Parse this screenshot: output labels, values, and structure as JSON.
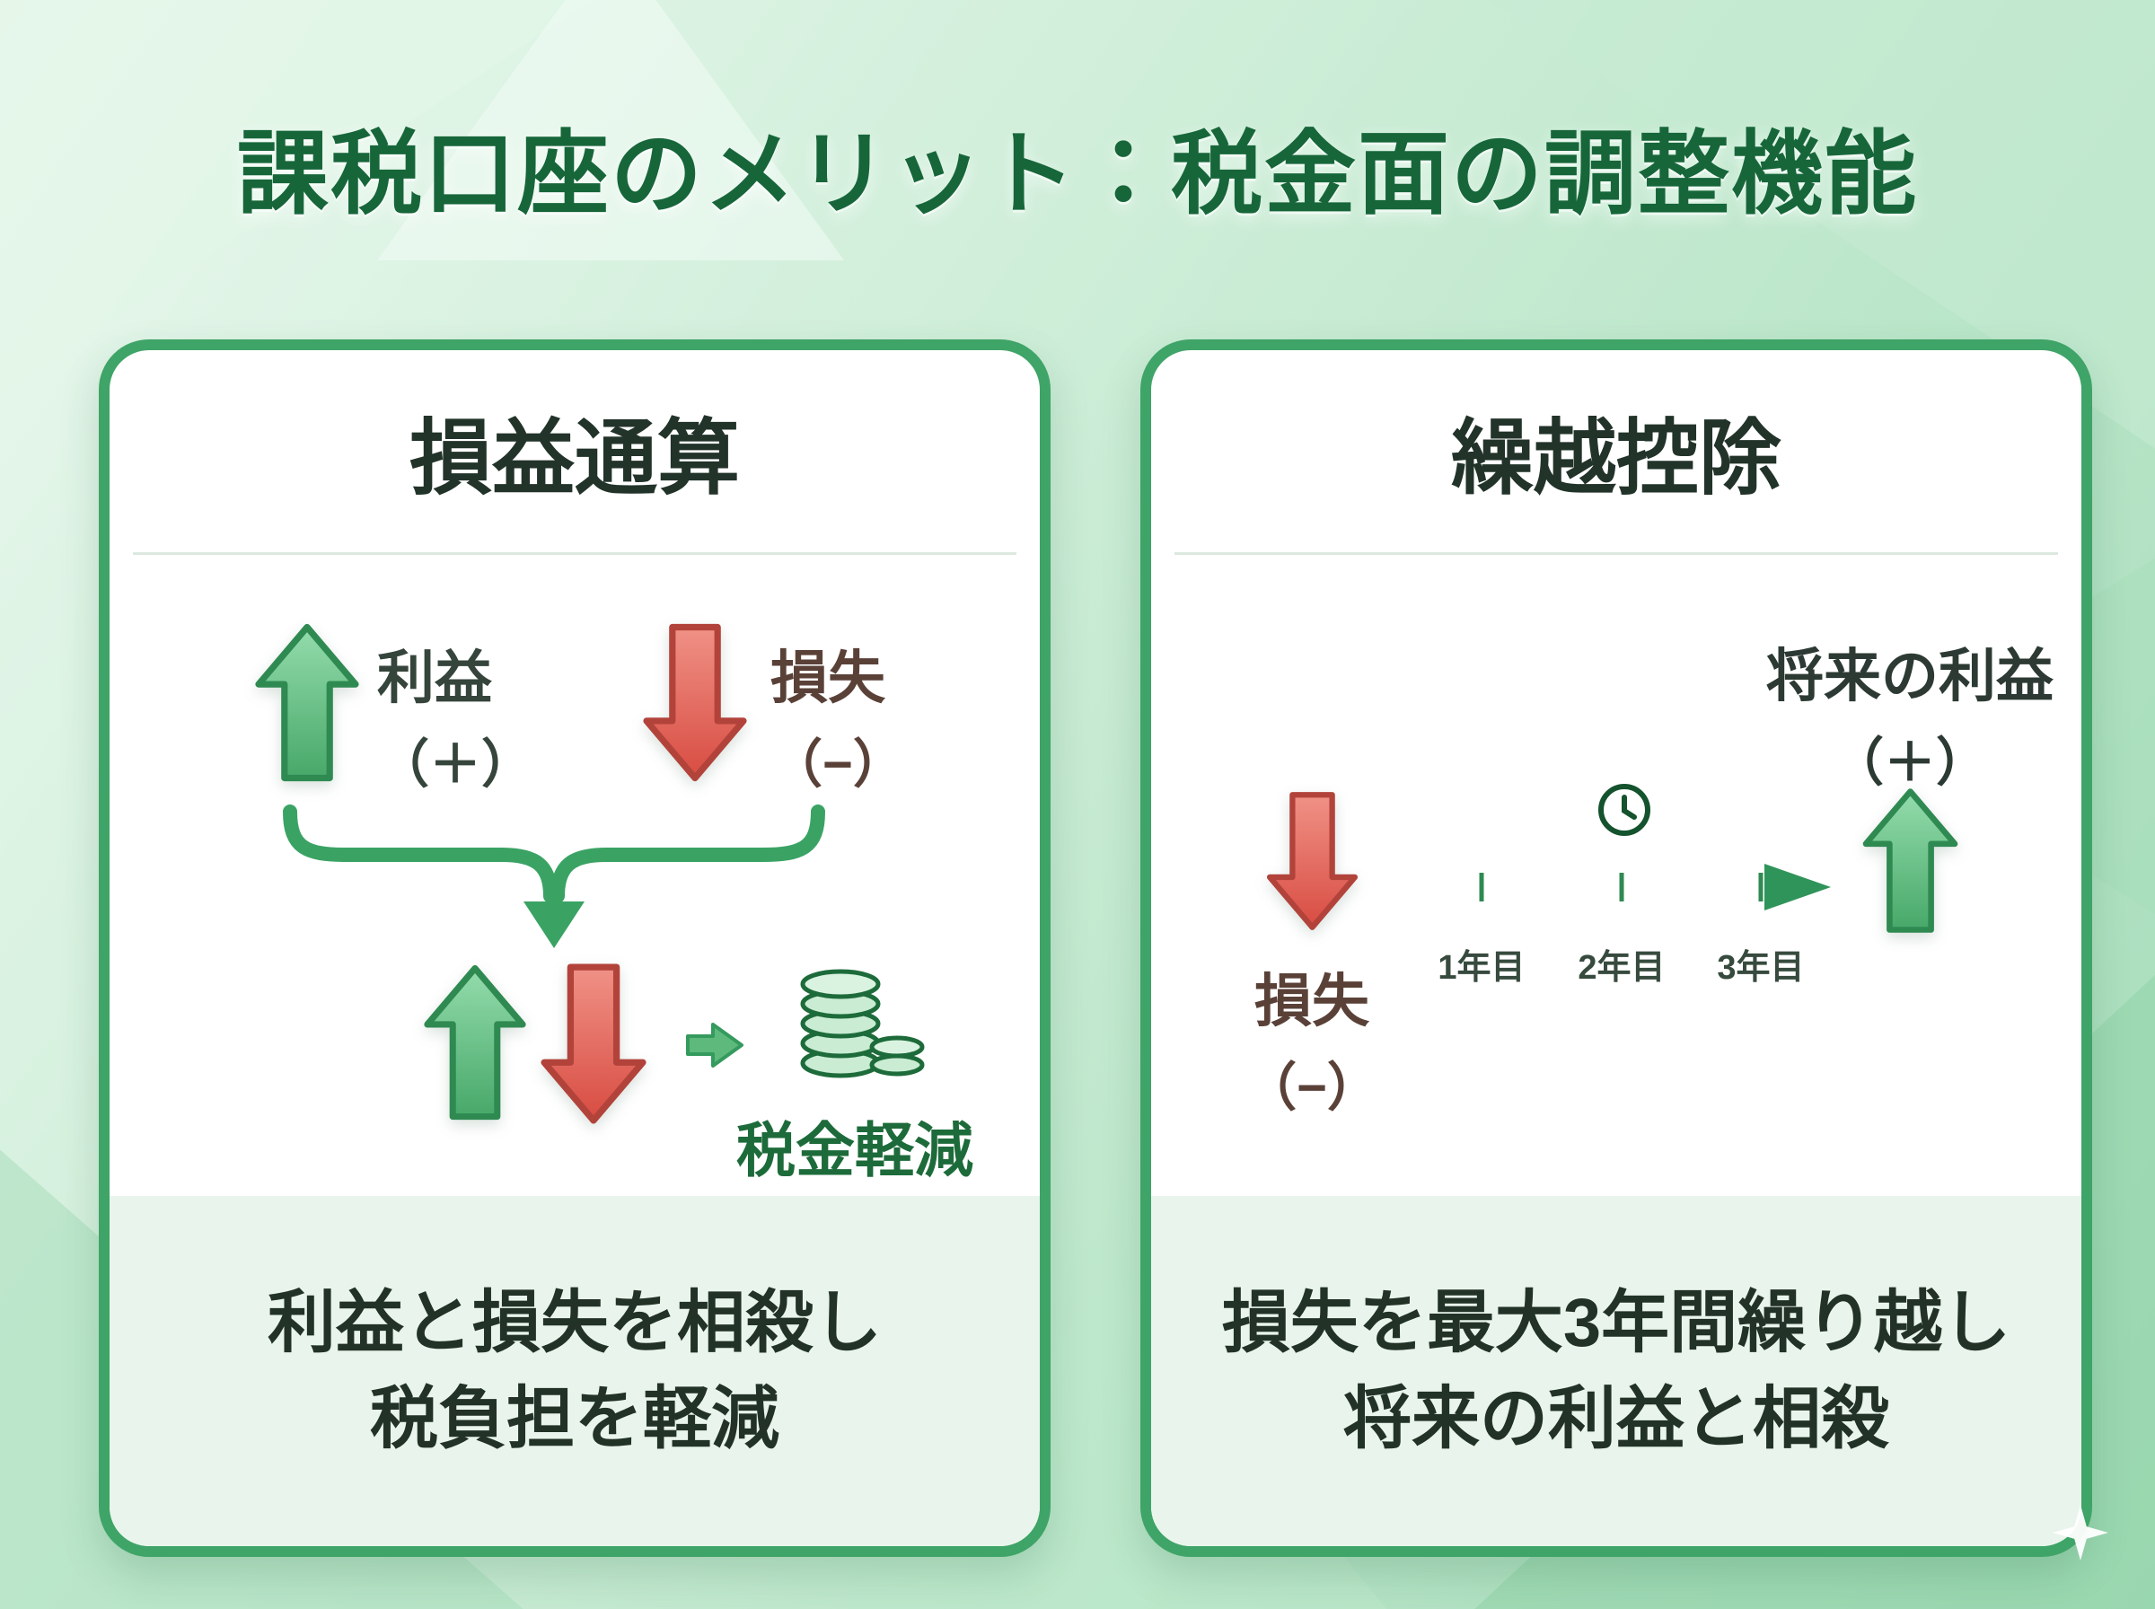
{
  "page": {
    "title": "課税口座のメリット：税金面の調整機能"
  },
  "left_card": {
    "header": "損益通算",
    "profit": {
      "label": "利益",
      "sign": "（＋）"
    },
    "loss": {
      "label": "損失",
      "sign": "（−）"
    },
    "result_label": "税金軽減",
    "footer": {
      "line1": "利益と損失を相殺し",
      "line2": "税負担を軽減"
    }
  },
  "right_card": {
    "header": "繰越控除",
    "loss": {
      "label": "損失",
      "sign": "（−）"
    },
    "future_profit": {
      "label": "将来の利益",
      "sign": "（＋）"
    },
    "timeline": {
      "years": [
        "1年目",
        "2年目",
        "3年目"
      ]
    },
    "footer": {
      "line1": "損失を最大3年間繰り越し",
      "line2": "将来の利益と相殺"
    }
  },
  "colors": {
    "card_border_green": "#3fa467",
    "title_green": "#17663a",
    "arrow_green": "#4aa96c",
    "arrow_red": "#d84c42",
    "footer_bg": "#e9f5ec",
    "dark_label": "#22332a"
  }
}
